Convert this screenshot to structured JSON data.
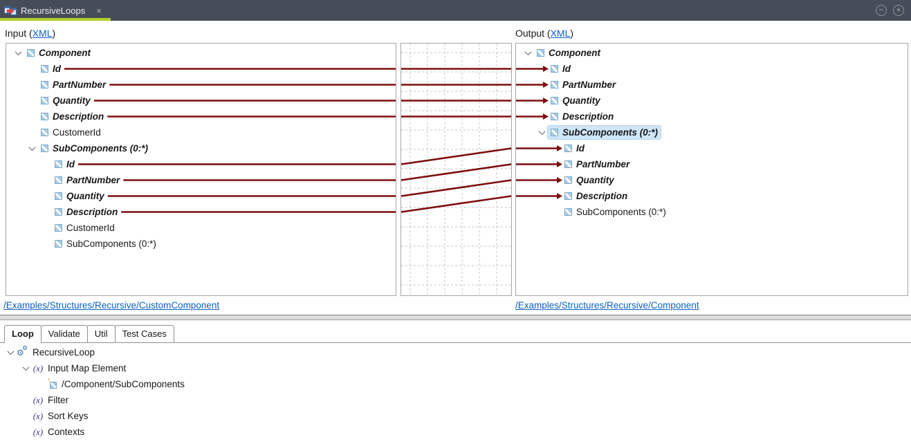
{
  "titlebar": {
    "tab_label": "RecursiveLoops",
    "close_glyph": "×",
    "minimize_glyph": "−",
    "maximize_glyph": "+"
  },
  "headers": {
    "input_prefix": "Input (",
    "output_prefix": "Output (",
    "xml_label": "XML",
    "paren_close": ")"
  },
  "links": {
    "source_path": "/Examples/Structures/Recursive/CustomComponent",
    "target_path": "/Examples/Structures/Recursive/Component"
  },
  "left_tree": [
    {
      "label": "Component",
      "level": 0,
      "chevron": true,
      "mapped": true
    },
    {
      "label": "Id",
      "level": 1,
      "mapped": true
    },
    {
      "label": "PartNumber",
      "level": 1,
      "mapped": true
    },
    {
      "label": "Quantity",
      "level": 1,
      "mapped": true
    },
    {
      "label": "Description",
      "level": 1,
      "mapped": true
    },
    {
      "label": "CustomerId",
      "level": 1,
      "mapped": false
    },
    {
      "label": "SubComponents (0:*)",
      "level": 1,
      "chevron": true,
      "mapped": true
    },
    {
      "label": "Id",
      "level": 2,
      "mapped": true
    },
    {
      "label": "PartNumber",
      "level": 2,
      "mapped": true
    },
    {
      "label": "Quantity",
      "level": 2,
      "mapped": true
    },
    {
      "label": "Description",
      "level": 2,
      "mapped": true
    },
    {
      "label": "CustomerId",
      "level": 2,
      "mapped": false
    },
    {
      "label": "SubComponents (0:*)",
      "level": 2,
      "mapped": false
    }
  ],
  "right_tree": [
    {
      "label": "Component",
      "level": 0,
      "chevron": true,
      "mapped": true
    },
    {
      "label": "Id",
      "level": 1,
      "mapped": true
    },
    {
      "label": "PartNumber",
      "level": 1,
      "mapped": true
    },
    {
      "label": "Quantity",
      "level": 1,
      "mapped": true
    },
    {
      "label": "Description",
      "level": 1,
      "mapped": true
    },
    {
      "label": "SubComponents (0:*)",
      "level": 1,
      "chevron": true,
      "mapped": true,
      "selected": true
    },
    {
      "label": "Id",
      "level": 2,
      "mapped": true
    },
    {
      "label": "PartNumber",
      "level": 2,
      "mapped": true
    },
    {
      "label": "Quantity",
      "level": 2,
      "mapped": true
    },
    {
      "label": "Description",
      "level": 2,
      "mapped": true
    },
    {
      "label": "SubComponents (0:*)",
      "level": 2,
      "mapped": false
    }
  ],
  "connections": [
    {
      "from": 1,
      "to": 1
    },
    {
      "from": 2,
      "to": 2
    },
    {
      "from": 3,
      "to": 3
    },
    {
      "from": 4,
      "to": 4
    },
    {
      "from": 7,
      "to": 6
    },
    {
      "from": 8,
      "to": 7
    },
    {
      "from": 9,
      "to": 8
    },
    {
      "from": 10,
      "to": 9
    }
  ],
  "bottom_tabs": [
    {
      "label": "Loop",
      "active": true
    },
    {
      "label": "Validate",
      "active": false
    },
    {
      "label": "Util",
      "active": false
    },
    {
      "label": "Test Cases",
      "active": false
    }
  ],
  "bottom_tree": [
    {
      "label": "RecursiveLoop",
      "level": 0,
      "chevron": true,
      "icon": "gears"
    },
    {
      "label": "Input Map Element",
      "level": 1,
      "chevron": true,
      "icon": "fx"
    },
    {
      "label": "/Component/SubComponents",
      "level": 2,
      "chevron": false,
      "icon": "element-arrow"
    },
    {
      "label": "Filter",
      "level": 1,
      "chevron": false,
      "icon": "fx"
    },
    {
      "label": "Sort Keys",
      "level": 1,
      "chevron": false,
      "icon": "fx"
    },
    {
      "label": "Contexts",
      "level": 1,
      "chevron": false,
      "icon": "fx"
    }
  ],
  "icons": {
    "gears": "⚙",
    "element_arrow_arrow": "↑"
  },
  "colors": {
    "connection_line": "#7d0d0d",
    "tab_underline": "#b3cc33",
    "titlebar_bg": "#474d58",
    "link": "#0b61c2",
    "selection": "#cfe6f8"
  }
}
